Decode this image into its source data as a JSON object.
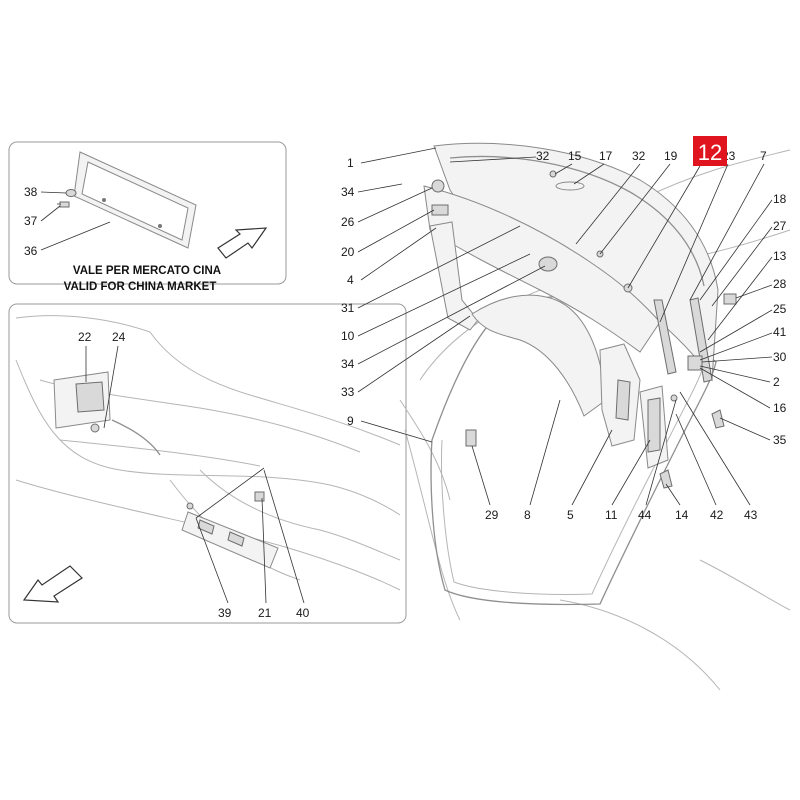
{
  "highlight": {
    "label": "12",
    "color": "#e0141e"
  },
  "inset_china": {
    "caption_line1": "VALE PER MERCATO CINA",
    "caption_line2": "VALID FOR CHINA MARKET",
    "callouts": [
      "38",
      "37",
      "36"
    ]
  },
  "inset_bumper": {
    "callouts": [
      "22",
      "24",
      "39",
      "21",
      "40"
    ]
  },
  "main_callouts": {
    "left": [
      "1",
      "34",
      "26",
      "20",
      "4",
      "31",
      "10",
      "34",
      "33",
      "9"
    ],
    "top": [
      "32",
      "15",
      "17",
      "32",
      "19",
      "23",
      "7"
    ],
    "right": [
      "18",
      "27",
      "13",
      "28",
      "25",
      "41",
      "30",
      "2",
      "16",
      "35"
    ],
    "bottom": [
      "29",
      "8",
      "5",
      "11",
      "44",
      "14",
      "42",
      "43"
    ]
  },
  "icons": [
    "arrow-icon"
  ]
}
